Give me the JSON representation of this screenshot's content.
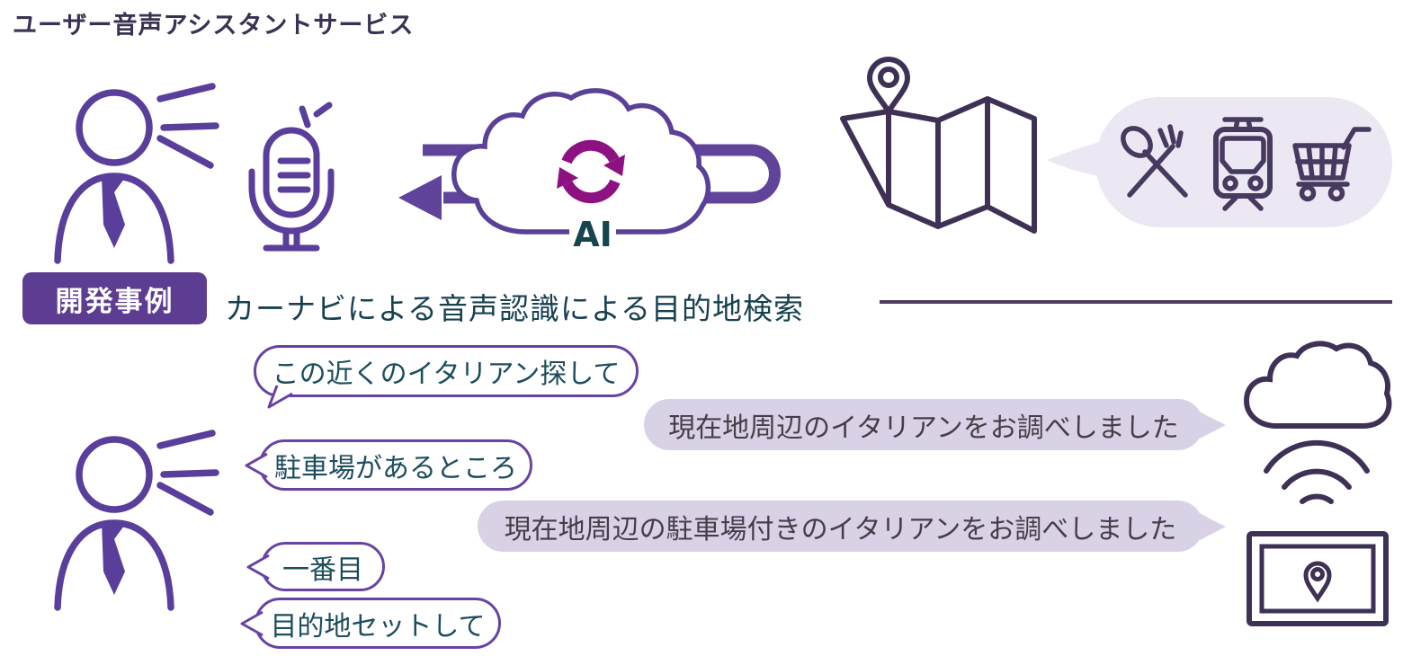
{
  "page": {
    "title": "ユーザー音声アシスタントサービス"
  },
  "colors": {
    "icon_purple": "#5a3e9b",
    "arrow_purple": "#5f4499",
    "dark_icon_purple": "#3f3156",
    "badge_purple": "#5c3d91",
    "refresh_magenta": "#8e1182",
    "teal_text": "#1d4d5c",
    "reply_text": "#453e49",
    "reply_bubble_bg": "#d9d2e6",
    "icon_bubble_bg": "#ebe8f4"
  },
  "flow": {
    "ai_label": "AI",
    "icons": [
      "speaking-user-icon",
      "microphone-icon",
      "round-trip-arrow-icon",
      "ai-cloud-icon",
      "refresh-icon",
      "folded-map-icon",
      "map-pin-icon",
      "cutlery-icon",
      "train-icon",
      "shopping-cart-icon"
    ]
  },
  "case": {
    "badge_label": "開発事例",
    "heading": "カーナビによる音声認識による目的地検索"
  },
  "conversation": {
    "messages": [
      {
        "role": "user",
        "text": "この近くのイタリアン探して"
      },
      {
        "role": "assistant",
        "text": "現在地周辺のイタリアンをお調べしました"
      },
      {
        "role": "user",
        "text": "駐車場があるところ"
      },
      {
        "role": "assistant",
        "text": "現在地周辺の駐車場付きのイタリアンをお調べしました"
      },
      {
        "role": "user",
        "text": "一番目"
      },
      {
        "role": "user",
        "text": "目的地セットして"
      }
    ],
    "right_icons": [
      "cloud-icon",
      "wifi-signal-icon",
      "car-navigation-display-icon"
    ]
  }
}
